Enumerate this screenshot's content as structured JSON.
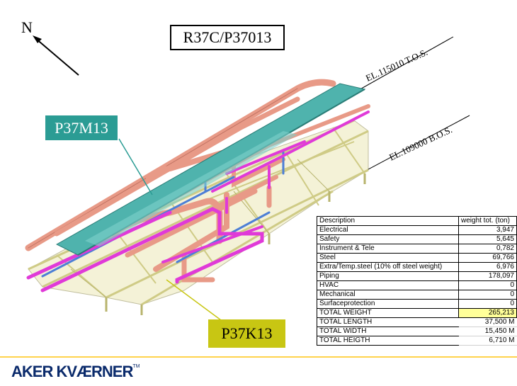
{
  "title": "R37C/P37013",
  "north_label": "N",
  "module_labels": {
    "upper": "P37M13",
    "lower": "P37K13"
  },
  "elevations": {
    "top": "EL.115010 T.O.S.",
    "bottom": "EL.109000 B.O.S."
  },
  "weight_table": {
    "headers": [
      "Description",
      "weight tot. (ton)"
    ],
    "rows": [
      {
        "label": "Electrical",
        "value": "3,947"
      },
      {
        "label": "Safety",
        "value": "5,645"
      },
      {
        "label": "Instrument & Tele",
        "value": "0,782"
      },
      {
        "label": "Steel",
        "value": "69,766"
      },
      {
        "label": "Extra/Temp.steel  (10% off steel weight)",
        "value": "6,976"
      },
      {
        "label": "Piping",
        "value": "178,097"
      },
      {
        "label": "HVAC",
        "value": "0"
      },
      {
        "label": "Mechanical",
        "value": "0"
      },
      {
        "label": "Surfaceprotection",
        "value": "0"
      },
      {
        "label": "TOTAL WEIGHT",
        "value": "265,213"
      }
    ],
    "dimensions": [
      {
        "label": "TOTAL  LENGTH",
        "value": "37,500 M"
      },
      {
        "label": "TOTAL  WIDTH",
        "value": "15,450 M"
      },
      {
        "label": "TOTAL  HEIGTH",
        "value": "6,710 M"
      }
    ]
  },
  "colors": {
    "steel_frame": "#e6e29a",
    "walkway": "#4fb3ad",
    "piping_salmon": "#e89a87",
    "piping_magenta": "#e03ad8",
    "piping_blue": "#4d7fd6",
    "tag_teal": "#2b9c94",
    "tag_yellow": "#c8c613",
    "highlight": "#ffff99",
    "brand_blue": "#0a2a6b",
    "brand_bar": "#ffd34d"
  },
  "brand": {
    "name": "AKER KVÆRNER",
    "mark": "TM"
  }
}
